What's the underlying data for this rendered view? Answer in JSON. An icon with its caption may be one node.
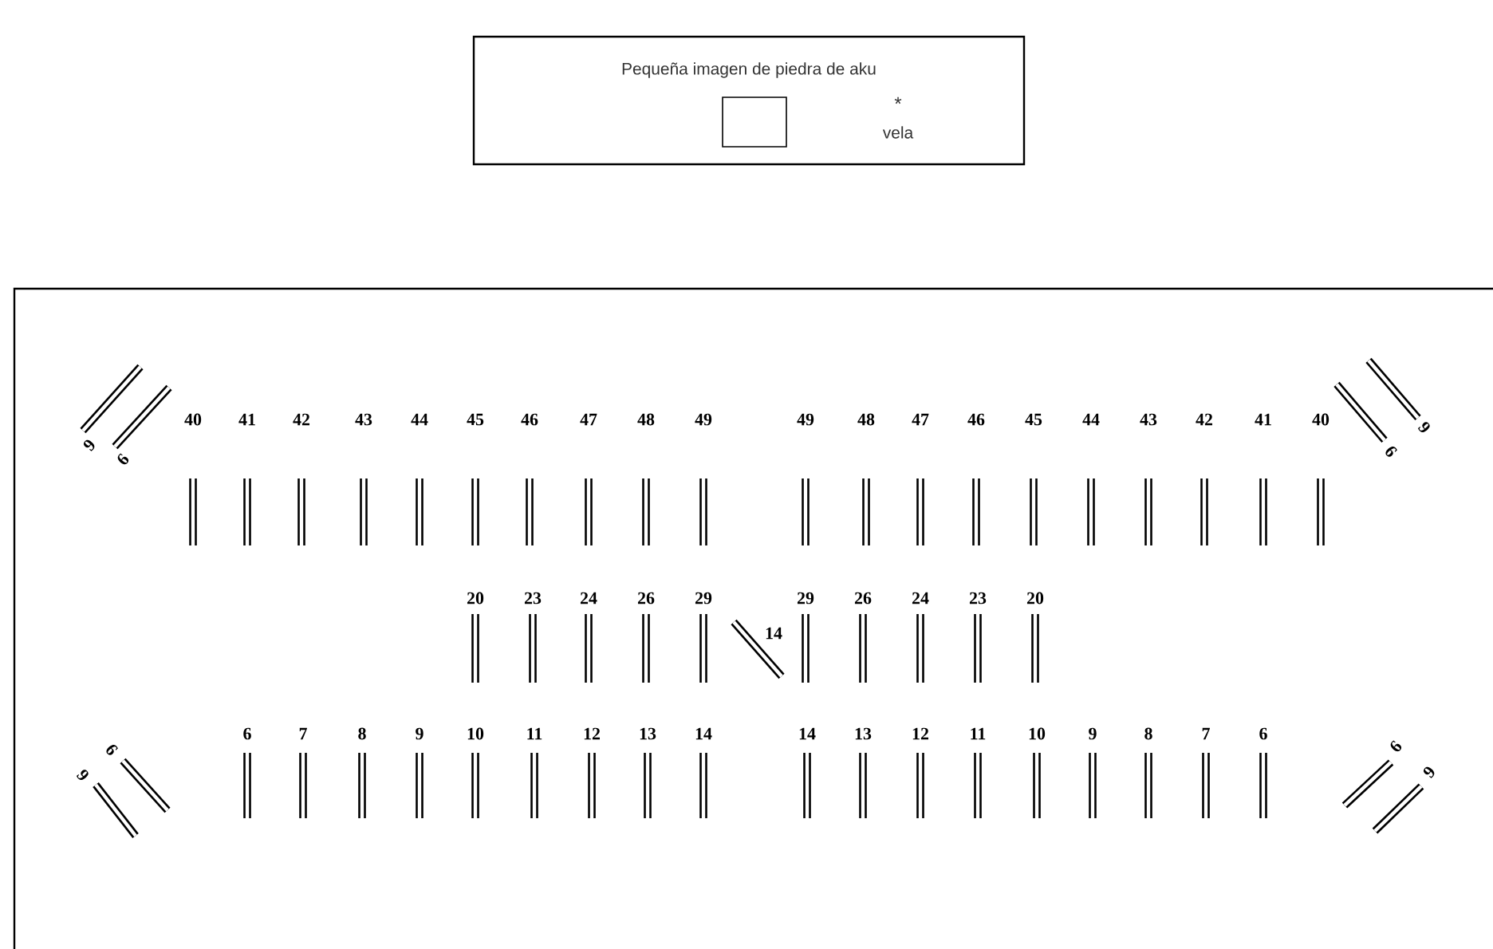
{
  "diagram": {
    "nodes": [
      {
        "text": [
          "Pequeña imagen de piedra de aku",
          "*",
          "vela"
        ]
      },
      {
        "text": [],
        "shape": "box",
        "in": 0
      }
    ],
    "labels": [
      "9",
      "6",
      "40",
      "41",
      "42",
      "43",
      "44",
      "45",
      "46",
      "47",
      "48",
      "49",
      "49",
      "48",
      "47",
      "46",
      "45",
      "44",
      "43",
      "42",
      "41",
      "40",
      "6",
      "9",
      "20",
      "23",
      "24",
      "26",
      "29",
      "14",
      "29",
      "26",
      "24",
      "23",
      "20",
      "9",
      "6",
      "6",
      "7",
      "8",
      "9",
      "10",
      "11",
      "12",
      "13",
      "14",
      "14",
      "13",
      "12",
      "11",
      "10",
      "9",
      "8",
      "7",
      "6",
      "6",
      "9"
    ]
  }
}
